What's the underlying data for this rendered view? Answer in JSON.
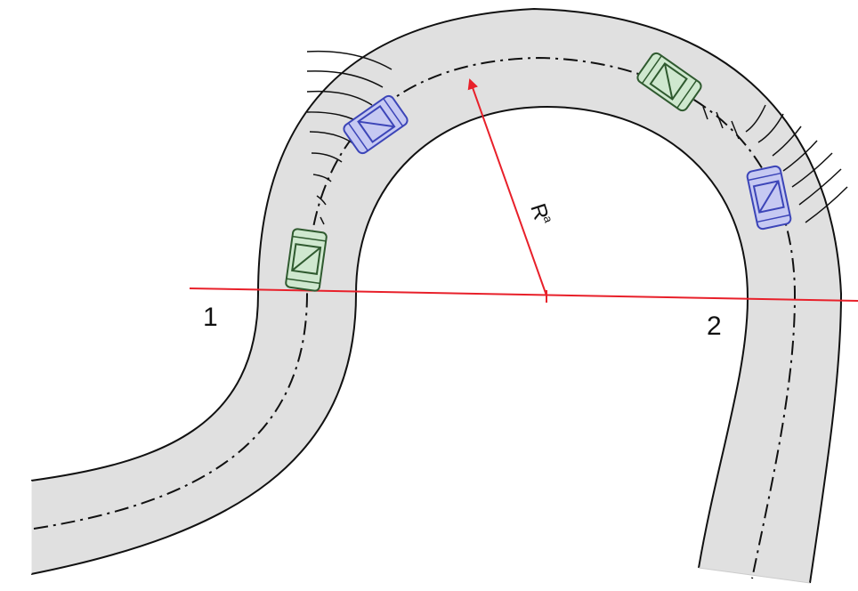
{
  "labels": {
    "section_1": "1",
    "section_2": "2",
    "radius": "R",
    "radius_sup": "a"
  },
  "colors": {
    "road": "#e0e0e0",
    "road_edge": "#111111",
    "center_line": "#111111",
    "reference_line": "#e8202a",
    "car_green_fill": "#cfe8cf",
    "car_green_stroke": "#2f5a2f",
    "car_blue_fill": "#c6c9f2",
    "car_blue_stroke": "#3c45b8"
  },
  "cars": [
    {
      "name": "car-green-left",
      "color": "green"
    },
    {
      "name": "car-blue-left",
      "color": "blue"
    },
    {
      "name": "car-green-top",
      "color": "green"
    },
    {
      "name": "car-blue-right",
      "color": "blue"
    }
  ]
}
